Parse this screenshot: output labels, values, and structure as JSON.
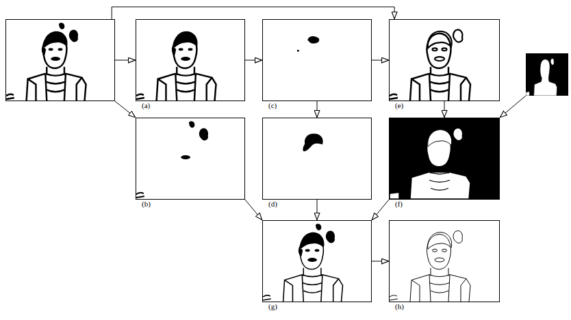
{
  "diagram": {
    "nodes": [
      {
        "text": []
      },
      {
        "text": [
          "(a)"
        ]
      },
      {
        "text": [
          "(c)"
        ]
      },
      {
        "text": [
          "(e)"
        ]
      },
      {
        "text": []
      },
      {
        "text": [
          "(b)"
        ]
      },
      {
        "text": [
          "(d)"
        ]
      },
      {
        "text": [
          "(f)"
        ]
      },
      {
        "text": [
          "(g)"
        ]
      },
      {
        "text": [
          "(h)"
        ]
      }
    ],
    "edges": [
      {
        "from": 0,
        "to": 1,
        "arrow": "to"
      },
      {
        "from": 0,
        "to": 3,
        "arrow": "to"
      },
      {
        "from": 0,
        "to": 5,
        "arrow": "to"
      },
      {
        "from": 1,
        "to": 2,
        "arrow": "to"
      },
      {
        "from": 2,
        "to": 3,
        "arrow": "to"
      },
      {
        "from": 2,
        "to": 6,
        "arrow": "to"
      },
      {
        "from": 3,
        "to": 7,
        "arrow": "to"
      },
      {
        "from": 4,
        "to": 7,
        "arrow": "to"
      },
      {
        "from": 5,
        "to": 8,
        "arrow": "to"
      },
      {
        "from": 6,
        "to": 8,
        "arrow": "to"
      },
      {
        "from": 7,
        "to": 8,
        "arrow": "to"
      },
      {
        "from": 8,
        "to": 9,
        "arrow": "to"
      }
    ]
  }
}
